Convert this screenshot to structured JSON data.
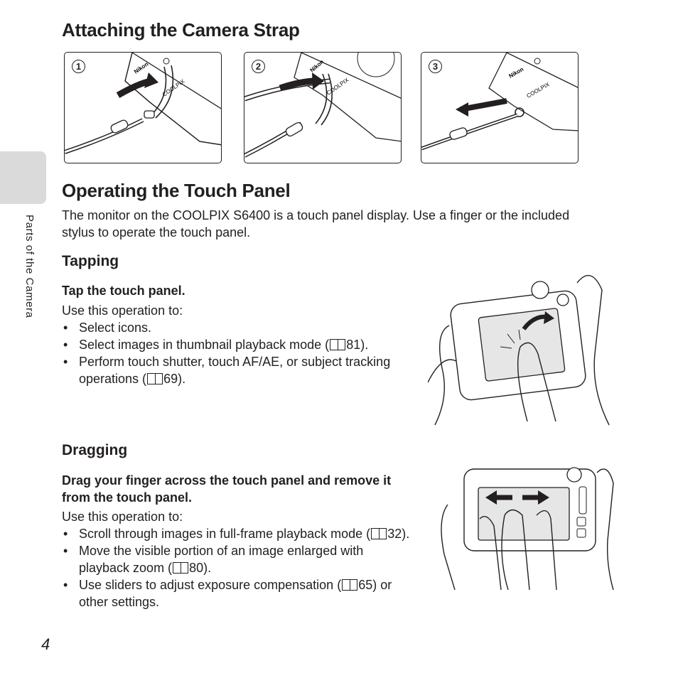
{
  "strap": {
    "heading": "Attaching the Camera Strap",
    "steps": [
      "1",
      "2",
      "3"
    ],
    "camera_brand": "Nikon",
    "camera_model": "COOLPIX"
  },
  "touch": {
    "heading": "Operating the Touch Panel",
    "intro": "The monitor on the COOLPIX S6400 is a touch panel display. Use a finger or the included stylus to operate the touch panel."
  },
  "tapping": {
    "heading": "Tapping",
    "instruction": "Tap the touch panel.",
    "use_label": "Use this operation to:",
    "bullets": [
      {
        "text": "Select icons.",
        "ref": "",
        "after": ""
      },
      {
        "text": "Select images in thumbnail playback mode (",
        "ref": "81",
        "after": ")."
      },
      {
        "text": "Perform touch shutter, touch AF/AE, or subject tracking operations (",
        "ref": "69",
        "after": ")."
      }
    ]
  },
  "dragging": {
    "heading": "Dragging",
    "instruction": "Drag your finger across the touch panel and remove it from the touch panel.",
    "use_label": "Use this operation to:",
    "bullets": [
      {
        "text": "Scroll through images in full-frame playback mode (",
        "ref": "32",
        "after": ")."
      },
      {
        "text": "Move the visible portion of an image enlarged with playback zoom (",
        "ref": "80",
        "after": ")."
      },
      {
        "text": "Use sliders to adjust exposure compensation (",
        "ref": "65",
        "after": ") or other settings."
      }
    ]
  },
  "sidebar": {
    "label": "Parts of the Camera"
  },
  "page_number": "4",
  "bullet_char": "•",
  "colors": {
    "text": "#231f20",
    "tab": "#dadada"
  }
}
